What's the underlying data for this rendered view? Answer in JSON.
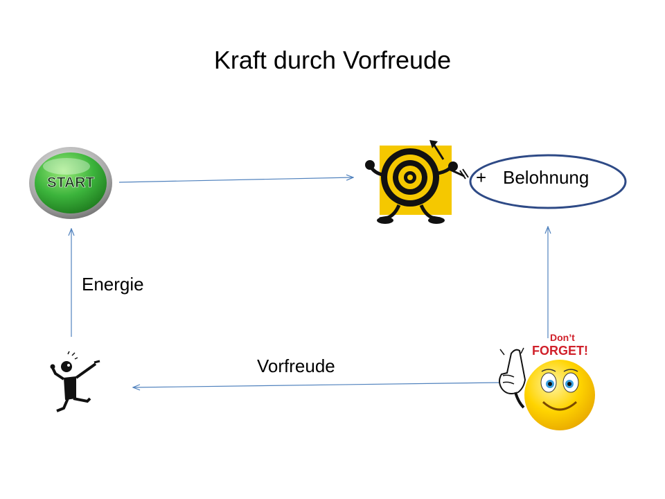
{
  "slide": {
    "title": "Kraft durch Vorfreude"
  },
  "labels": {
    "reward_plus": "+",
    "reward": "Belohnung",
    "energy": "Energie",
    "anticipation": "Vorfreude"
  },
  "clipart": {
    "start_button_text": "START",
    "reminder_text_line1": "Don’t",
    "reminder_text_line2": "FORGET!"
  },
  "colors": {
    "arrow": "#4f81bd",
    "ellipse": "#2e4a86",
    "start_green": "#3cb43c",
    "target_yellow": "#f5c800",
    "smiley_yellow": "#ffd400",
    "reminder_red": "#d0202a"
  }
}
